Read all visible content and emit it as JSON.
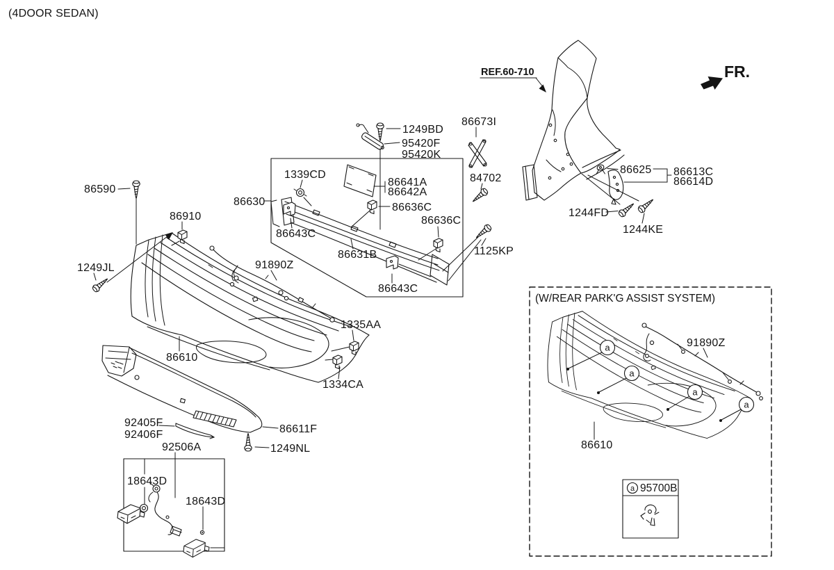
{
  "page": {
    "title": "(4DOOR SEDAN)",
    "fr": "FR.",
    "ref": "REF.60-710",
    "park_assist_title": "(W/REAR PARK'G ASSIST SYSTEM)",
    "marker": "a"
  },
  "parts": {
    "p1249BD": "1249BD",
    "p95420F": "95420F",
    "p95420K": "95420K",
    "p86673I": "86673I",
    "p84702": "84702",
    "p86625": "86625",
    "p86613C": "86613C",
    "p86614D": "86614D",
    "p1244FD": "1244FD",
    "p1244KE": "1244KE",
    "p1339CD": "1339CD",
    "p86641A": "86641A",
    "p86642A": "86642A",
    "p86636C": "86636C",
    "p86630": "86630",
    "p86643C": "86643C",
    "p86631B": "86631B",
    "p1125KP": "1125KP",
    "p86590": "86590",
    "p86910": "86910",
    "p1249JL": "1249JL",
    "p91890Z": "91890Z",
    "p1335AA": "1335AA",
    "p1334CA": "1334CA",
    "p86610": "86610",
    "p92405F": "92405F",
    "p92406F": "92406F",
    "p86611F": "86611F",
    "p1249NL": "1249NL",
    "p92506A": "92506A",
    "p18643D": "18643D",
    "p95700B": "95700B"
  }
}
